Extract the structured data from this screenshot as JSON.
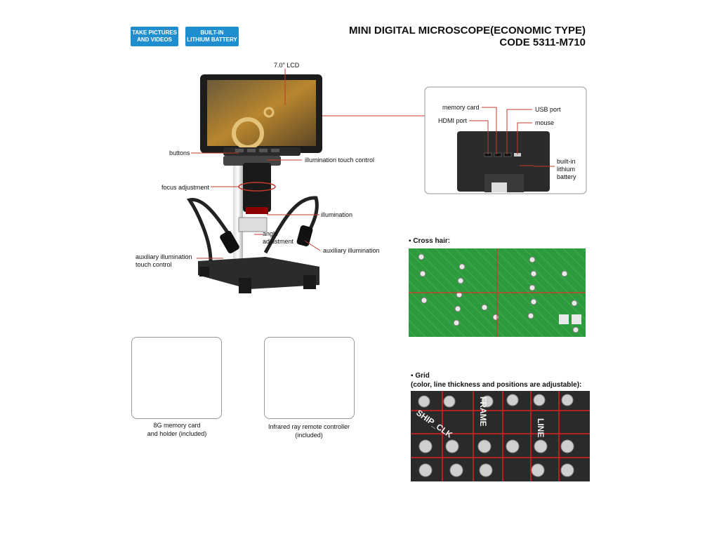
{
  "badges": {
    "b1_l1": "TAKE PICTURES",
    "b1_l2": "AND VIDEOS",
    "b2_l1": "BUILT-IN",
    "b2_l2": "LITHIUM BATTERY"
  },
  "title": {
    "line1": "MINI DIGITAL MICROSCOPE(ECONOMIC TYPE)",
    "line2": "CODE 5311-M710"
  },
  "labels": {
    "lcd": "7.0\" LCD",
    "buttons": "buttons",
    "illum_touch": "illumination touch control",
    "focus": "focus adjustment",
    "illumination": "illumination",
    "angle1": "angle",
    "angle2": "adjustment",
    "aux_illum": "auxiliary illumination",
    "aux_touch1": "auxiliary illumination",
    "aux_touch2": "touch control",
    "memory_card": "memory card",
    "hdmi": "HDMI port",
    "usb": "USB port",
    "mouse": "mouse",
    "battery1": "built-in",
    "battery2": "lithium",
    "battery3": "battery"
  },
  "sections": {
    "crosshair": "▪ Cross hair:",
    "grid": "▪ Grid",
    "grid_sub": "(color, line thickness and positions are adjustable):"
  },
  "accessories": {
    "card_l1": "8G memory card",
    "card_l2": "and holder (included)",
    "remote_l1": "Infrared ray remote controller",
    "remote_l2": "(included)"
  },
  "grid_texts": {
    "t1": "SHIP_CLK",
    "t2": "FRAME",
    "t3": "LINE"
  },
  "colors": {
    "badge": "#1e8ed0",
    "leader": "#c0392b",
    "pcb": "#2e9a3e"
  }
}
